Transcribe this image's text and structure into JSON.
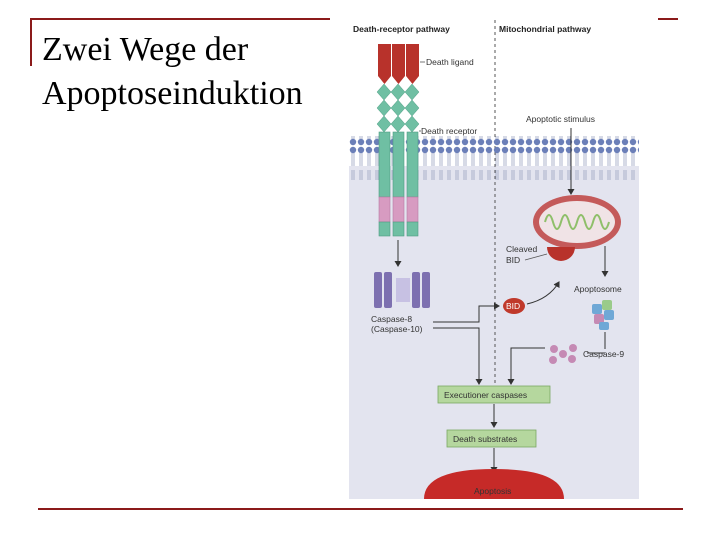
{
  "slide": {
    "title_line1": "Zwei Wege der",
    "title_line2": "Apoptoseinduktion"
  },
  "diagram": {
    "header_left": "Death-receptor pathway",
    "header_right": "Mitochondrial pathway",
    "death_ligand": "Death ligand",
    "apoptotic_stimulus": "Apoptotic stimulus",
    "death_receptor": "Death receptor",
    "cleaved_bid_line1": "Cleaved",
    "cleaved_bid_line2": "BID",
    "bid": "BID",
    "apoptosome": "Apoptosome",
    "caspase8_line1": "Caspase-8",
    "caspase8_line2": "(Caspase-10)",
    "caspase9": "Caspase-9",
    "executioner_caspases": "Executioner caspases",
    "death_substrates": "Death substrates",
    "apoptosis": "Apoptosis",
    "colors": {
      "frame": "#8b1a1a",
      "cytoplasm": "#e3e4ef",
      "membrane_head": "#6b7fb8",
      "ligand_red": "#b8322b",
      "receptor_teal": "#6fbfa3",
      "receptor_pink": "#d79bc1",
      "caspase8_purple": "#7d70b0",
      "mitochondrion": "#c45a5a",
      "box_green": "#b5d79e",
      "apoptosis_red": "#c62a28"
    }
  }
}
